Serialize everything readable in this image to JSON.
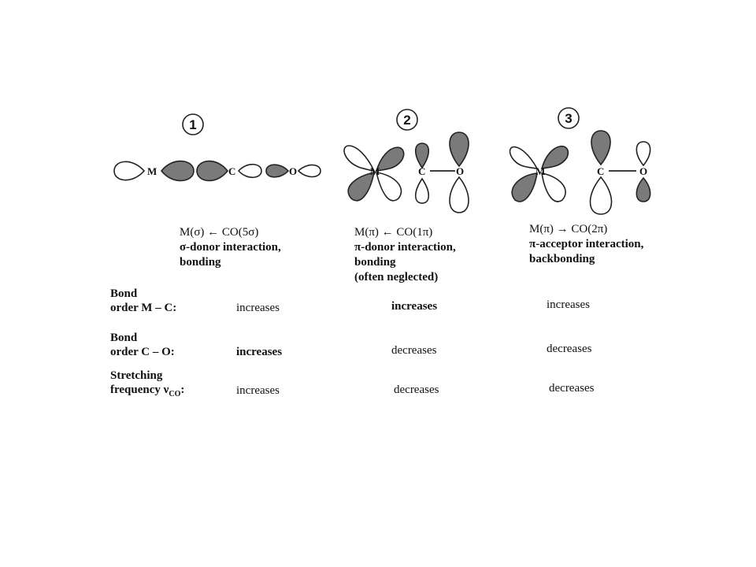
{
  "columns": [
    {
      "number": "1",
      "atoms": {
        "metal": "M",
        "carbon": "C",
        "oxygen": "O"
      },
      "title": "M(σ) ← CO(5σ)",
      "description": [
        "σ-donor interaction,",
        "bonding"
      ]
    },
    {
      "number": "2",
      "atoms": {
        "metal": "M",
        "carbon": "C",
        "oxygen": "O"
      },
      "title": "M(π) ← CO(1π)",
      "description": [
        "π-donor interaction,",
        "bonding",
        "(often neglected)"
      ]
    },
    {
      "number": "3",
      "atoms": {
        "metal": "M",
        "carbon": "C",
        "oxygen": "O"
      },
      "title": "M(π) → CO(2π)",
      "description": [
        "π-acceptor interaction,",
        "backbonding"
      ]
    }
  ],
  "rows": [
    {
      "label": [
        "Bond",
        "order M – C:"
      ],
      "values": [
        "increases",
        "increases",
        "increases"
      ]
    },
    {
      "label": [
        "Bond",
        "order C – O:"
      ],
      "values": [
        "increases",
        "decreases",
        "decreases"
      ]
    },
    {
      "label": [
        "Stretching",
        "frequency ν"
      ],
      "label_sub": "CO",
      "label_suffix": ":",
      "values": [
        "increases",
        "decreases",
        "decreases"
      ]
    }
  ],
  "colors": {
    "dark_lobe": "#7a7a7a",
    "line": "#222222"
  }
}
